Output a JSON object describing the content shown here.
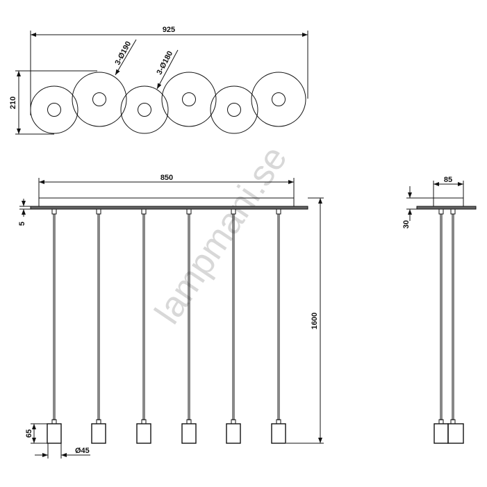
{
  "top_view": {
    "width_label": "925",
    "height_label": "210",
    "large_disc_label": "3-Ø190",
    "small_disc_label": "3-Ø180"
  },
  "front_view": {
    "canopy_width_label": "850",
    "plate_thickness_label": "5",
    "drop_length_label": "1600",
    "shade_height_label": "65",
    "shade_diameter_label": "Ø45",
    "pendant_count": 6
  },
  "side_view": {
    "canopy_depth_label": "85",
    "canopy_height_label": "30"
  },
  "watermark": "lampmani.se"
}
